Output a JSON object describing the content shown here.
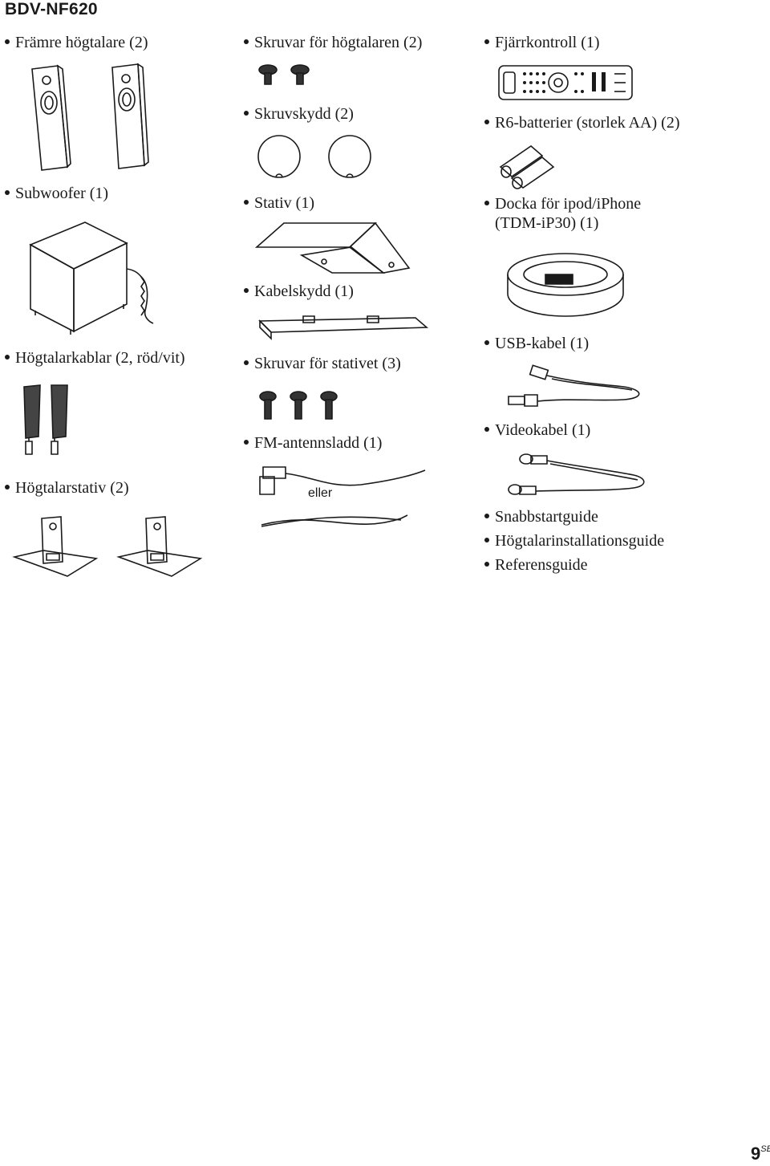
{
  "model": "BDV-NF620",
  "col1": {
    "item1": "Främre högtalare (2)",
    "item2": "Subwoofer (1)",
    "item3": "Högtalarkablar (2, röd/vit)",
    "item4": "Högtalarstativ (2)"
  },
  "col2": {
    "item1": "Skruvar för högtalaren (2)",
    "item2": "Skruvskydd (2)",
    "item3": "Stativ (1)",
    "item4": "Kabelskydd (1)",
    "item5": "Skruvar för stativet (3)",
    "item6": "FM-antennsladd (1)",
    "eller": "eller"
  },
  "col3": {
    "item1": "Fjärrkontroll (1)",
    "item2": "R6-batterier (storlek AA) (2)",
    "item3_line1": "Docka för ipod/iPhone",
    "item3_line2": "(TDM-iP30) (1)",
    "item4": "USB-kabel (1)",
    "item5": "Videokabel (1)",
    "item6": "Snabbstartguide",
    "item7": "Högtalarinstallationsguide",
    "item8": "Referensguide"
  },
  "page": {
    "number": "9",
    "suffix": "SE"
  }
}
